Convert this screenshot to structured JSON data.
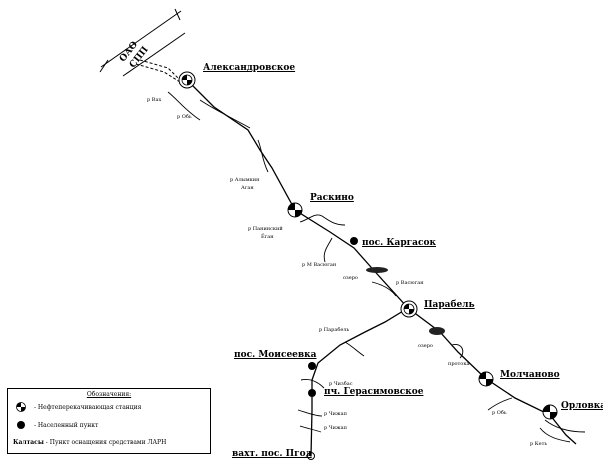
{
  "corner_label": {
    "line1": "ОАО",
    "line2": "СПП"
  },
  "stations": [
    {
      "name": "Александровское",
      "type": "pump-station"
    },
    {
      "name": "Раскино",
      "type": "pump-station"
    },
    {
      "name": "Парабель",
      "type": "pump-station"
    },
    {
      "name": "Молчаново",
      "type": "pump-station"
    },
    {
      "name": "Орловка",
      "type": "pump-station"
    }
  ],
  "settlements": [
    {
      "name": "пос. Каргасок"
    },
    {
      "name": "пос. Моисеевка"
    },
    {
      "name": "пч. Герасимовское"
    },
    {
      "name": "вахт. пос. Пгод"
    }
  ],
  "rivers": [
    "р Вах",
    "р Обь",
    "р Алымкин",
    "Аган",
    "р Панинский",
    "Ёган",
    "р М Васюган",
    "озеро",
    "р Васюган",
    "р Парабель",
    "р Чизбас",
    "р Чижап",
    "р Чижап",
    "р Обь",
    "р Кеть",
    "протока",
    "озеро"
  ],
  "legend": {
    "title": "Обозначения:",
    "pump_station": "- Нефтеперекачивающая станция",
    "settlement": "- Населенный пункт",
    "kaltasy_bold": "Калтасы",
    "kaltasy_text": "- Пункт оснащения средствами ЛАРН"
  }
}
